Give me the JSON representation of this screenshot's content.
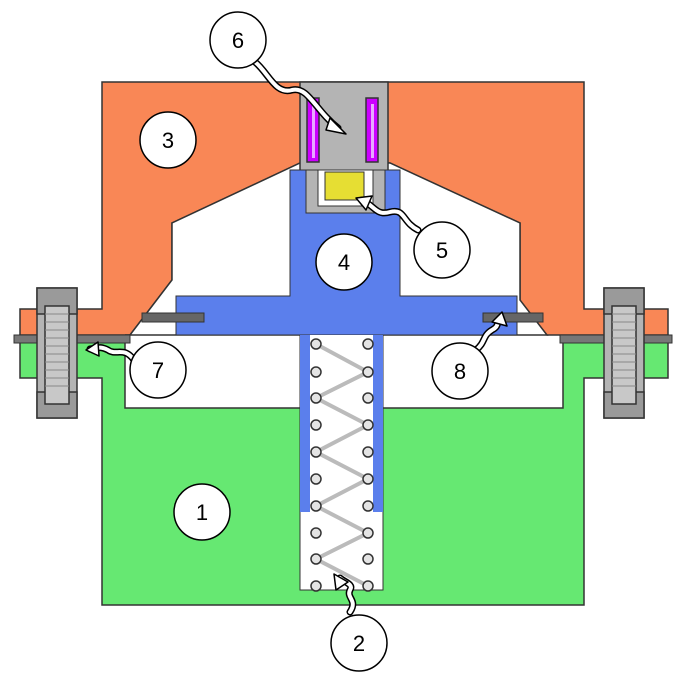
{
  "diagram": {
    "colors": {
      "body": "#66e872",
      "cover": "#f98756",
      "piston": "#5b7fec",
      "sensor": "#e6de33",
      "magnet": "#cc00ff",
      "housing": "#b4b4b4",
      "outline": "#333333",
      "stroke": "#000000",
      "spring": "#e4e4e4"
    },
    "callouts": [
      {
        "id": "body",
        "label": "1"
      },
      {
        "id": "spring",
        "label": "2"
      },
      {
        "id": "cover",
        "label": "3"
      },
      {
        "id": "piston",
        "label": "4"
      },
      {
        "id": "sensor",
        "label": "5"
      },
      {
        "id": "magnet",
        "label": "6"
      },
      {
        "id": "left-seal",
        "label": "7"
      },
      {
        "id": "right-seal",
        "label": "8"
      }
    ]
  }
}
